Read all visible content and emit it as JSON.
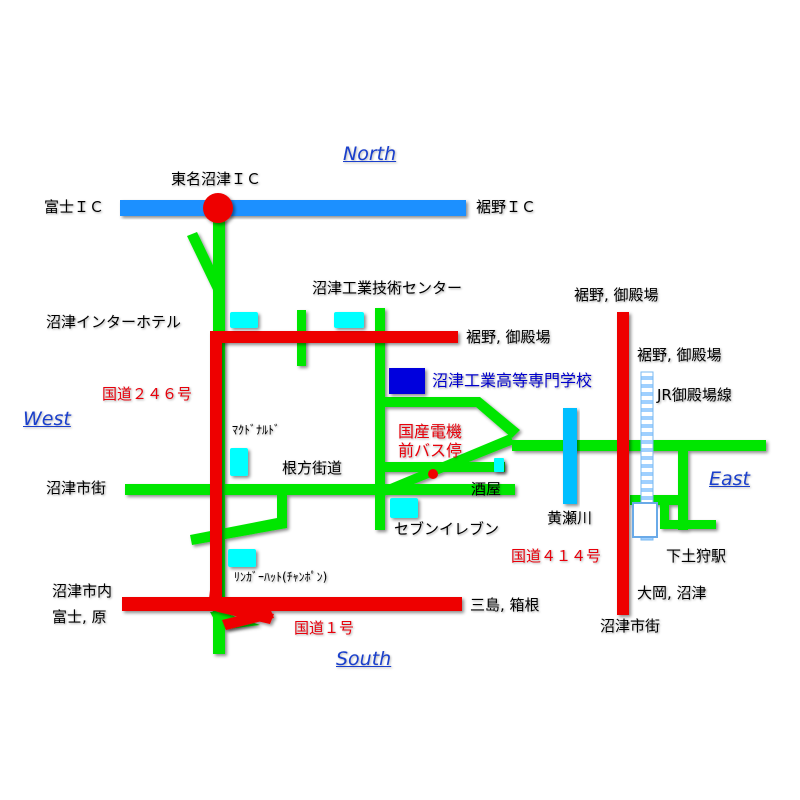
{
  "directions": {
    "north": "North",
    "south": "South",
    "east": "East",
    "west": "West"
  },
  "places": {
    "tomei_ic": "東名沼津ＩＣ",
    "fuji_ic": "富士ＩＣ",
    "susono_ic": "裾野ＩＣ",
    "gijutsu_center": "沼津工業技術センター",
    "inter_hotel": "沼津インターホテル",
    "susono_gotemba_1": "裾野, 御殿場",
    "susono_gotemba_2": "裾野, 御殿場",
    "susono_gotemba_3": "裾野, 御殿場",
    "school": "沼津工業高等専門学校",
    "route246": "国道２４６号",
    "jr_line": "JR御殿場線",
    "mcdonalds": "ﾏｸﾄﾞﾅﾙﾄﾞ",
    "kokusan_1": "国産電機",
    "kokusan_2": "前バス停",
    "nekata": "根方街道",
    "numazu_city_w": "沼津市街",
    "sakaya": "酒屋",
    "kise_river": "黄瀬川",
    "seven_eleven": "セブンイレブン",
    "route414": "国道４１４号",
    "shimotogari": "下土狩駅",
    "ringer_hut": "ﾘﾝｶﾞｰﾊｯﾄ(ﾁｬﾝﾎﾟﾝ)",
    "numazu_shinai": "沼津市内",
    "fuji_hara": "富士, 原",
    "mishima_hakone": "三島, 箱根",
    "route1": "国道１号",
    "ooka_numazu": "大岡, 沼津",
    "numazu_city_s": "沼津市街"
  },
  "colors": {
    "expressway": "#1e90ff",
    "national_route": "#ee0000",
    "local_road": "#00e600",
    "landmark": "#00ffff",
    "school": "#0000dd",
    "river": "#00bfff",
    "railway": "#a8d8ff"
  }
}
